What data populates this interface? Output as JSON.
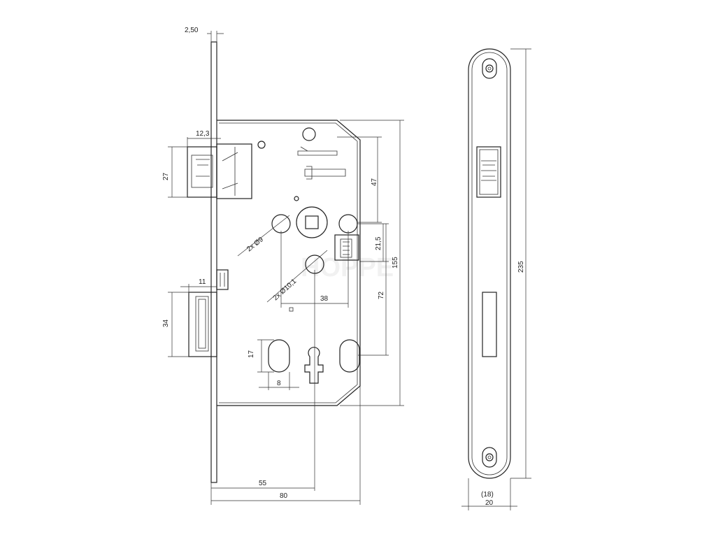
{
  "dimensions": {
    "faceplate_thickness": "2,50",
    "latch_projection": "12,3",
    "latch_height": "27",
    "deadbolt_projection": "11",
    "deadbolt_height": "34",
    "follower_hole": "2x Ø9",
    "cylinder_hole": "2x Ø10,1",
    "follower_to_top": "47",
    "follower_to_cylinder_small": "21,5",
    "follower_to_keyhole": "72",
    "case_height": "155",
    "hole_spacing": "38",
    "slot_height": "17",
    "slot_width": "8",
    "backset": "55",
    "case_depth": "80",
    "faceplate_length": "235",
    "faceplate_inner_width": "(18)",
    "faceplate_width": "20"
  },
  "watermark": "HOPPE"
}
